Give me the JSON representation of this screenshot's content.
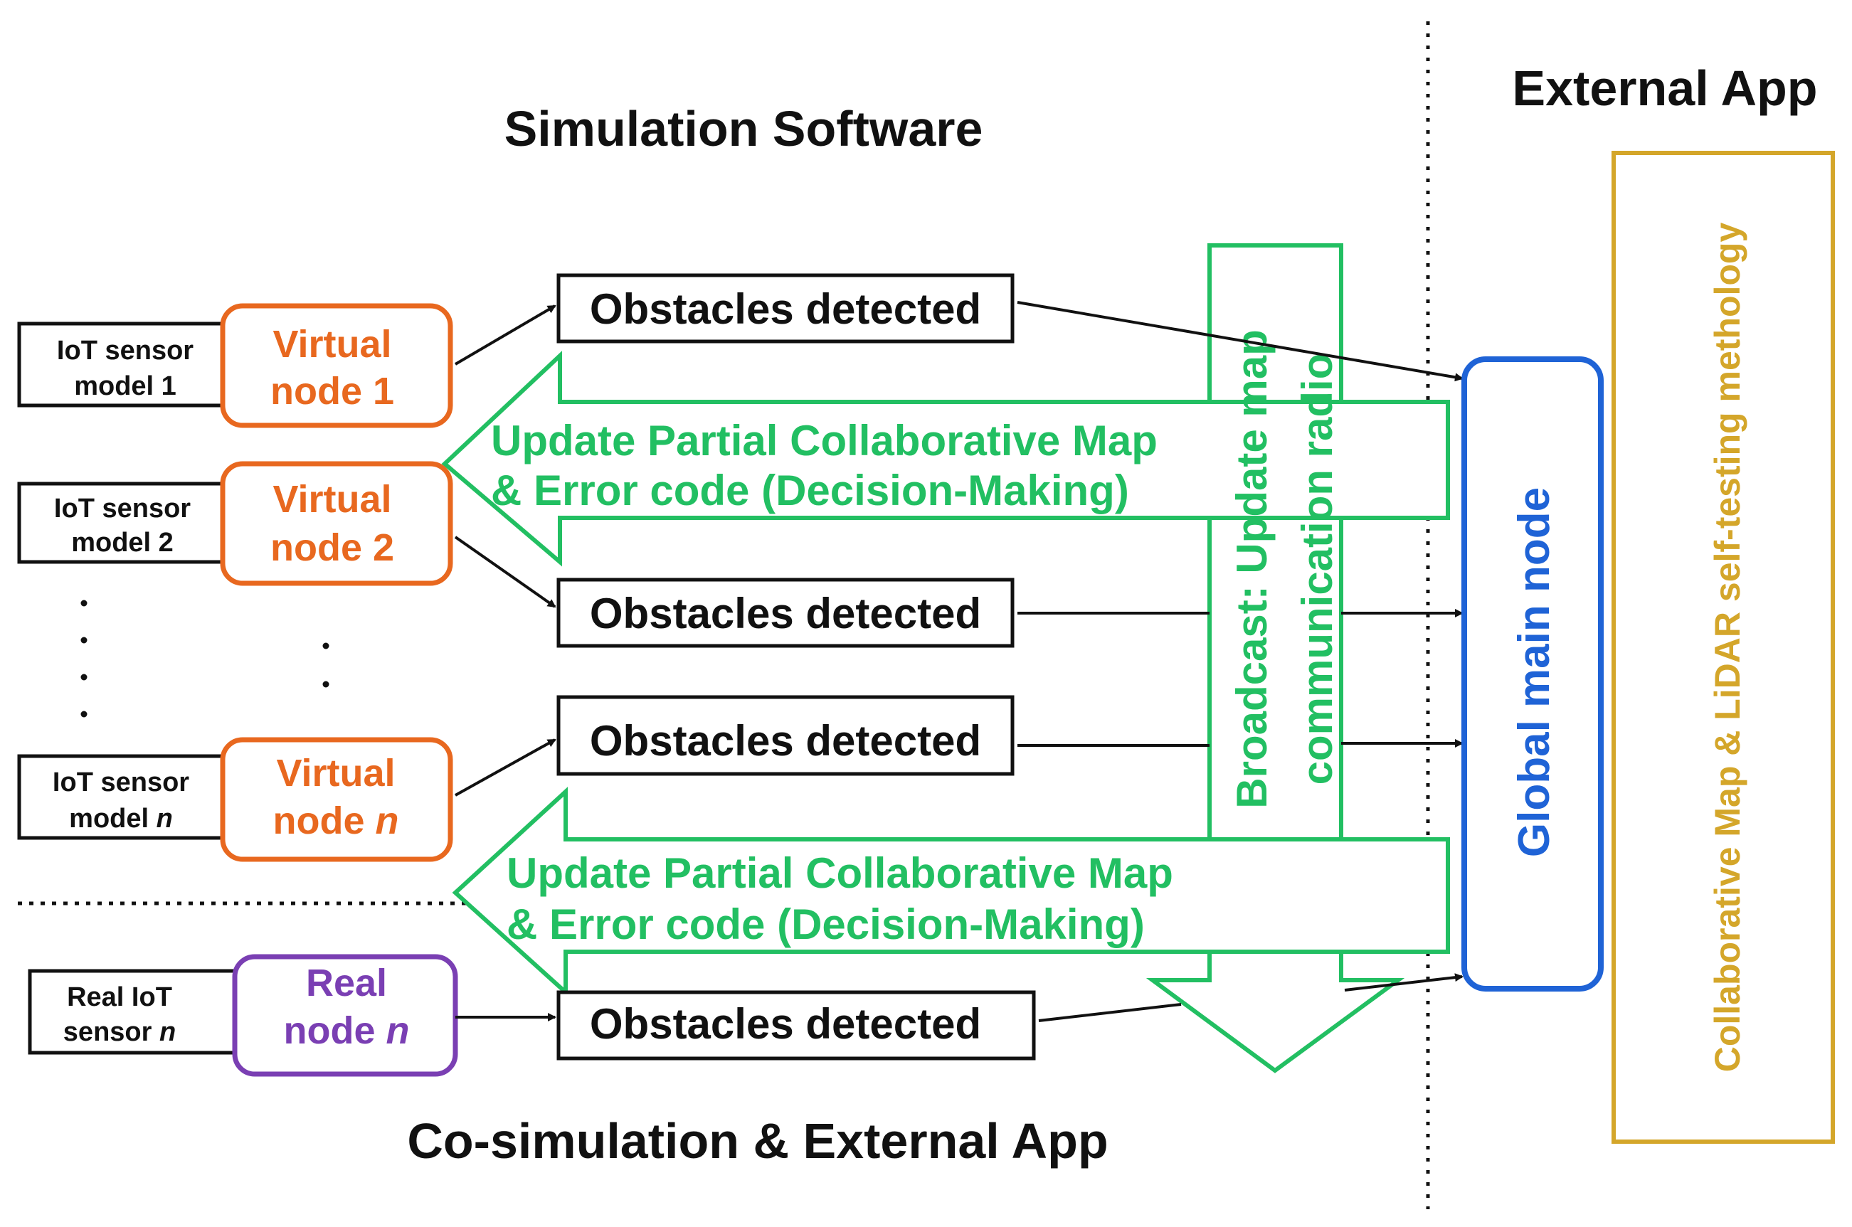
{
  "titles": {
    "simulation": "Simulation Software",
    "external": "External App",
    "cosim": "Co-simulation & External App"
  },
  "sensors": [
    {
      "line1": "IoT sensor",
      "line2": "model 1"
    },
    {
      "line1": "IoT sensor",
      "line2": "model 2"
    },
    {
      "line1": "IoT sensor",
      "line2": "model ",
      "italic": "n"
    },
    {
      "line1": "Real IoT",
      "line2": "sensor ",
      "italic": "n"
    }
  ],
  "nodes": [
    {
      "line1": "Virtual",
      "line2": "node 1",
      "italic": ""
    },
    {
      "line1": "Virtual",
      "line2": "node 2",
      "italic": ""
    },
    {
      "line1": "Virtual",
      "line2": "node ",
      "italic": "n"
    },
    {
      "line1": "Real",
      "line2": "node ",
      "italic": "n"
    }
  ],
  "obstacles": [
    "Obstacles detected",
    "Obstacles detected",
    "Obstacles detected",
    "Obstacles detected"
  ],
  "update_arrows": [
    {
      "line1": "Update Partial Collaborative Map",
      "line2": "& Error code (Decision-Making)"
    },
    {
      "line1": "Update Partial Collaborative Map",
      "line2": "& Error code (Decision-Making)"
    }
  ],
  "broadcast": {
    "line1": "Broadcast: Update map",
    "line2": "communication radio"
  },
  "global_node": "Global main node",
  "methodology": "Collaborative Map & LiDAR self-testing methology",
  "ellipsis": "...",
  "colors": {
    "orange": "#e8681f",
    "purple": "#7a3fb3",
    "green": "#22bf62",
    "blue": "#1f63d6",
    "gold": "#d4a62a"
  }
}
